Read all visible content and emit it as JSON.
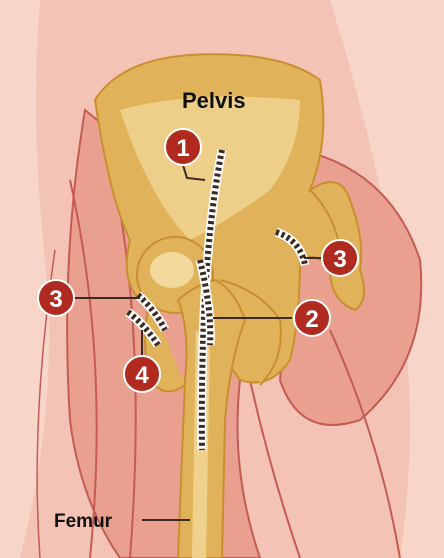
{
  "labels": {
    "pelvis": "Pelvis",
    "femur": "Femur"
  },
  "markers": [
    {
      "id": "m1",
      "text": "1"
    },
    {
      "id": "m2",
      "text": "2"
    },
    {
      "id": "m3a",
      "text": "3"
    },
    {
      "id": "m3b",
      "text": "3"
    },
    {
      "id": "m4",
      "text": "4"
    }
  ],
  "colors": {
    "skin": "#f3c4b6",
    "muscle": "#e9a08f",
    "muscle_line": "#c45b55",
    "bone": "#e0b35a",
    "bone_light": "#f2d89a",
    "bone_dark": "#c98f2f",
    "marker": "#b02a20",
    "incision": "#3a2a22",
    "background": "#ffffff"
  }
}
